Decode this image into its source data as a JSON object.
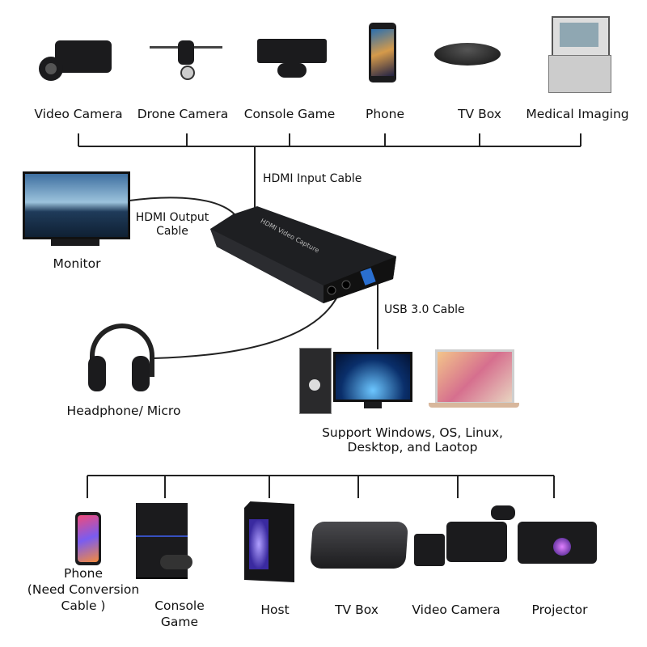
{
  "inputs": {
    "devices": [
      {
        "label": "Video Camera",
        "icon": "video-camera-icon"
      },
      {
        "label": "Drone Camera",
        "icon": "drone-icon"
      },
      {
        "label": "Console Game",
        "icon": "game-console-icon"
      },
      {
        "label": "Phone",
        "icon": "phone-icon"
      },
      {
        "label": "TV Box",
        "icon": "tv-box-icon"
      },
      {
        "label": "Medical Imaging",
        "icon": "medical-imaging-icon"
      }
    ],
    "cable_label": "HDMI Input Cable"
  },
  "monitor": {
    "label": "Monitor",
    "cable_label_line1": "HDMI Output",
    "cable_label_line2": "Cable"
  },
  "capture_device": {
    "logo_text": "HDMI Video Capture"
  },
  "usb": {
    "cable_label": "USB 3.0 Cable"
  },
  "headphone": {
    "label": "Headphone/ Micro"
  },
  "computers": {
    "line1": "Support Windows, OS, Linux,",
    "line2": "Desktop, and Laotop"
  },
  "outputs": {
    "phone": {
      "line1": "Phone",
      "line2": "(Need Conversion",
      "line3": "Cable )"
    },
    "console": {
      "line1": "Console",
      "line2": "Game"
    },
    "host": "Host",
    "tvbox": "TV Box",
    "camera": "Video Camera",
    "projector": "Projector"
  }
}
